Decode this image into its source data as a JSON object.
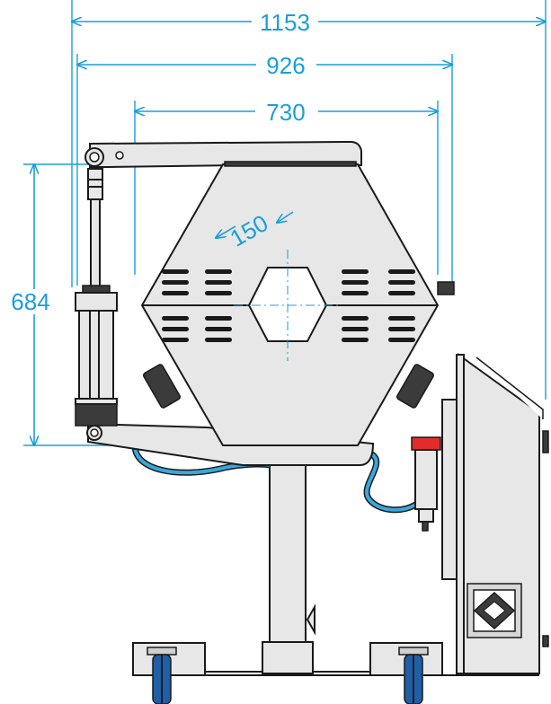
{
  "dimensions": {
    "overall_width": "1153",
    "frame_width": "926",
    "housing_width": "730",
    "opening_diameter": "150",
    "height": "684"
  },
  "colors": {
    "dimension": "#1a9fd9",
    "hose": "#3aa8dc",
    "grip_red": "#e22b2b",
    "caster_blue": "#1f5fa8"
  },
  "icons": [
    "hexagon-housing",
    "hydraulic-cylinder",
    "control-box",
    "caster-wheel"
  ]
}
